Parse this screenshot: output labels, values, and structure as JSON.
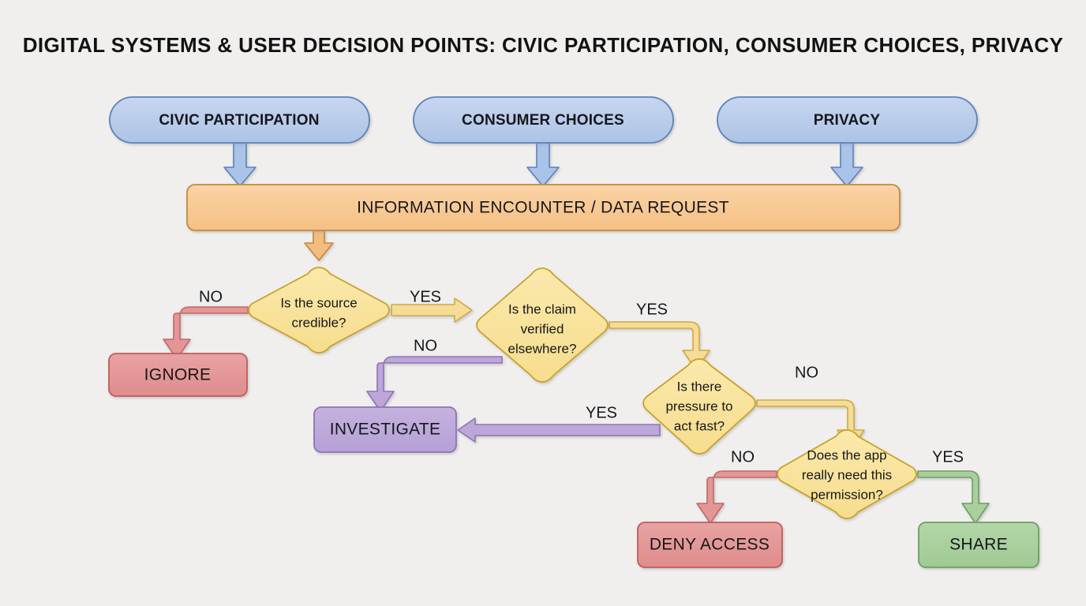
{
  "title": "DIGITAL SYSTEMS & USER DECISION POINTS: CIVIC PARTICIPATION, CONSUMER CHOICES, PRIVACY",
  "background_color": "#f0efee",
  "diagram": {
    "type": "flowchart",
    "sources": [
      {
        "id": "civic",
        "label": "CIVIC PARTICIPATION",
        "shape": "pill",
        "fill": "#b4c8e8",
        "stroke": "#5b82ba"
      },
      {
        "id": "consumer",
        "label": "CONSUMER CHOICES",
        "shape": "pill",
        "fill": "#b4c8e8",
        "stroke": "#5b82ba"
      },
      {
        "id": "privacy",
        "label": "PRIVACY",
        "shape": "pill",
        "fill": "#b4c8e8",
        "stroke": "#5b82ba"
      }
    ],
    "hub": {
      "id": "encounter",
      "label": "INFORMATION ENCOUNTER / DATA REQUEST",
      "shape": "rounded-bar",
      "fill": "#f7c791",
      "stroke": "#c08a3e"
    },
    "decisions": [
      {
        "id": "d1",
        "shape": "diamond",
        "fill": "#f9e39c",
        "stroke": "#c9a227",
        "lines": [
          "Is the source",
          "credible?"
        ]
      },
      {
        "id": "d2",
        "shape": "diamond",
        "fill": "#f9e39c",
        "stroke": "#c9a227",
        "lines": [
          "Is the claim",
          "verified",
          "elsewhere?"
        ]
      },
      {
        "id": "d3",
        "shape": "diamond",
        "fill": "#f9e39c",
        "stroke": "#c9a227",
        "lines": [
          "Is there",
          "pressure to",
          "act fast?"
        ]
      },
      {
        "id": "d4",
        "shape": "diamond",
        "fill": "#f9e39c",
        "stroke": "#c9a227",
        "lines": [
          "Does the app",
          "really need this",
          "permission?"
        ]
      }
    ],
    "terminals": [
      {
        "id": "ignore",
        "label": "IGNORE",
        "shape": "rounded-rect",
        "fill": "#e49595",
        "stroke": "#bf5b5b"
      },
      {
        "id": "investigate",
        "label": "INVESTIGATE",
        "shape": "rounded-rect",
        "fill": "#bda7da",
        "stroke": "#8c74b5"
      },
      {
        "id": "deny",
        "label": "DENY ACCESS",
        "shape": "rounded-rect",
        "fill": "#e49595",
        "stroke": "#bf5b5b"
      },
      {
        "id": "share",
        "label": "SHARE",
        "shape": "rounded-rect",
        "fill": "#a8cf9c",
        "stroke": "#6f9e63"
      }
    ],
    "edges": [
      {
        "id": "e-civic",
        "from": "civic",
        "to": "encounter",
        "label": "",
        "color": "#9bb9e0"
      },
      {
        "id": "e-consumer",
        "from": "consumer",
        "to": "encounter",
        "label": "",
        "color": "#9bb9e0"
      },
      {
        "id": "e-privacy",
        "from": "privacy",
        "to": "encounter",
        "label": "",
        "color": "#9bb9e0"
      },
      {
        "id": "e-hub-d1",
        "from": "encounter",
        "to": "d1",
        "label": "",
        "color": "#f0b86e"
      },
      {
        "id": "e-d1-no",
        "from": "d1",
        "to": "ignore",
        "label": "NO",
        "color": "#dd8c8c"
      },
      {
        "id": "e-d1-yes",
        "from": "d1",
        "to": "d2",
        "label": "YES",
        "color": "#f2d585"
      },
      {
        "id": "e-d2-no",
        "from": "d2",
        "to": "investigate",
        "label": "NO",
        "color": "#b09ad4"
      },
      {
        "id": "e-d2-yes",
        "from": "d2",
        "to": "d3",
        "label": "YES",
        "color": "#e6c96f"
      },
      {
        "id": "e-d3-yes",
        "from": "d3",
        "to": "investigate",
        "label": "YES",
        "color": "#b09ad4"
      },
      {
        "id": "e-d3-no",
        "from": "d3",
        "to": "d4",
        "label": "NO",
        "color": "#e6c96f"
      },
      {
        "id": "e-d4-no",
        "from": "d4",
        "to": "deny",
        "label": "NO",
        "color": "#dd8c8c"
      },
      {
        "id": "e-d4-yes",
        "from": "d4",
        "to": "share",
        "label": "YES",
        "color": "#94bd89"
      }
    ]
  }
}
